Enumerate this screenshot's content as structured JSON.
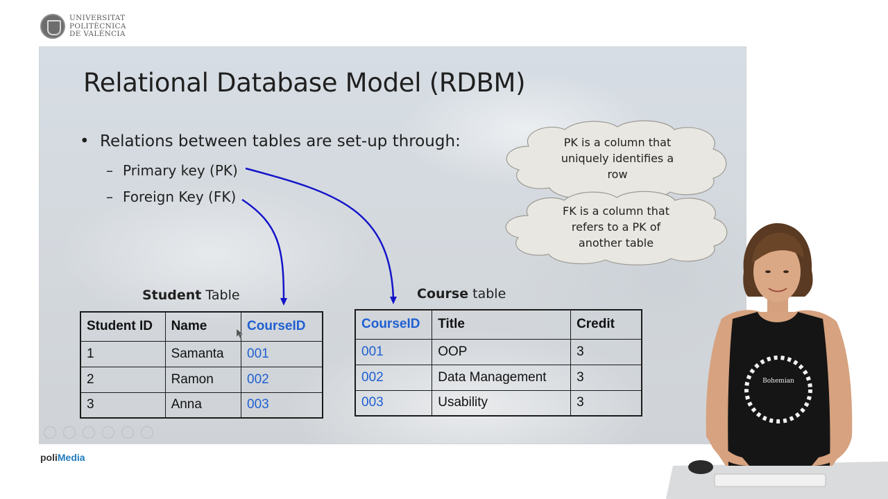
{
  "university": {
    "name_lines": [
      "UNIVERSITAT",
      "POLITÈCNICA",
      "DE VALÈNCIA"
    ]
  },
  "slide": {
    "title": "Relational Database Model (RDBM)",
    "bullet": {
      "marker": "•",
      "text": "Relations between tables are set-up through:"
    },
    "sub_items": [
      {
        "marker": "–",
        "text": "Primary key (PK)"
      },
      {
        "marker": "–",
        "text": "Foreign Key (FK)"
      }
    ],
    "callouts": {
      "pk_lines": [
        "PK is a column that",
        "uniquely identifies a",
        "row"
      ],
      "fk_lines": [
        "FK is a column that",
        "refers to a PK of",
        "another table"
      ]
    },
    "student_table": {
      "caption_bold": "Student",
      "caption_rest": " Table",
      "headers": [
        "Student ID",
        "Name",
        "CourseID"
      ],
      "rows": [
        [
          "1",
          "Samanta",
          "001"
        ],
        [
          "2",
          "Ramon",
          "002"
        ],
        [
          "3",
          "Anna",
          "003"
        ]
      ]
    },
    "course_table": {
      "caption_bold": "Course",
      "caption_rest": " table",
      "headers": [
        "CourseID",
        "Title",
        "Credit"
      ],
      "rows": [
        [
          "001",
          "OOP",
          "3"
        ],
        [
          "002",
          "Data Management",
          "3"
        ],
        [
          "003",
          "Usability",
          "3"
        ]
      ]
    }
  },
  "brand": {
    "prefix": "poli",
    "suffix": "Media"
  },
  "colors": {
    "key_blue": "#1f5fd1",
    "arrow_blue": "#1414c8",
    "brand_blue": "#1e7bbf"
  },
  "icons": {
    "slide_controls": [
      "prev-icon",
      "next-icon",
      "pen-icon",
      "grid-icon",
      "zoom-icon",
      "more-icon"
    ]
  }
}
